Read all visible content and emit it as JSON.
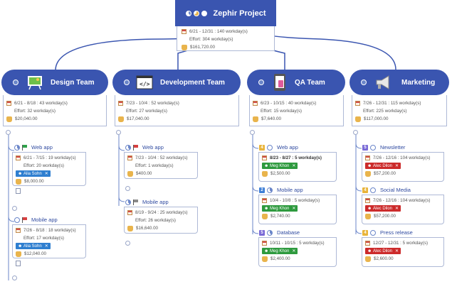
{
  "project": {
    "title": "Zephir Project",
    "dates": "6/21 - 12/31 : 140 workday(s)",
    "effort": "Effort: 304 workday(s)",
    "cost": "$161,720.00"
  },
  "teams": [
    {
      "name": "Design Team",
      "dates": "6/21 - 8/18 : 43 workday(s)",
      "effort": "Effort: 32 workday(s)",
      "cost": "$20,040.00",
      "tasks": [
        {
          "name": "Web app",
          "dates": "6/21 - 7/15 : 19 workday(s)",
          "effort": "Effort: 20 workday(s)",
          "person": "Alia Sohn",
          "cost": "$8,000.00"
        },
        {
          "name": "Mobile app",
          "dates": "7/26 - 8/18 : 18 workday(s)",
          "effort": "Effort: 17 workday(s)",
          "person": "Alia Sohn",
          "cost": "$12,040.00"
        }
      ]
    },
    {
      "name": "Development Team",
      "dates": "7/23 - 10/4 : 52 workday(s)",
      "effort": "Effort: 27 workday(s)",
      "cost": "$17,040.00",
      "tasks": [
        {
          "name": "Web app",
          "dates": "7/23 - 10/4 : 52 workday(s)",
          "effort": "Effort: 1 workday(s)",
          "cost": "$400.00"
        },
        {
          "name": "Mobile app",
          "dates": "8/19 - 9/24 : 25 workday(s)",
          "effort": "Effort: 26 workday(s)",
          "cost": "$16,640.00"
        }
      ]
    },
    {
      "name": "QA Team",
      "dates": "6/23 - 10/15 : 40 workday(s)",
      "effort": "Effort: 15 workday(s)",
      "cost": "$7,640.00",
      "tasks": [
        {
          "badge": "4",
          "name": "Web app",
          "dates": "8/23 - 8/27 : 5 workday(s)",
          "person": "Meg Khon",
          "cost": "$2,500.00"
        },
        {
          "badge": "2",
          "name": "Mobile app",
          "dates": "10/4 - 10/8 : 5 workday(s)",
          "person": "Meg Khon",
          "cost": "$2,740.00"
        },
        {
          "badge": "5",
          "name": "Database",
          "dates": "10/11 - 10/15 : 5 workday(s)",
          "person": "Meg Khon",
          "cost": "$2,400.00"
        }
      ]
    },
    {
      "name": "Marketing",
      "dates": "7/26 - 12/31 : 115 workday(s)",
      "effort": "Effort: 225 workday(s)",
      "cost": "$117,000.00",
      "tasks": [
        {
          "badge": "5",
          "name": "Newsletter",
          "dates": "7/26 - 12/16 : 104 workday(s)",
          "person": "Alec Dilon",
          "cost": "$57,200.00"
        },
        {
          "badge": "4",
          "name": "Social Media",
          "dates": "7/26 - 12/16 : 104 workday(s)",
          "person": "Alec Dilon",
          "cost": "$57,200.00"
        },
        {
          "badge": "4",
          "name": "Press release",
          "dates": "12/27 - 12/31 : 5 workday(s)",
          "person": "Alec Dilon",
          "cost": "$2,600.00"
        }
      ]
    }
  ],
  "colors": {
    "header": "#3a55b0",
    "blue_person": "#2f7fd0",
    "green_person": "#2e9a3e",
    "red_person": "#cc2b2b",
    "badge_yellow": "#e9b43a",
    "badge_blue": "#3f7fd6",
    "badge_purple": "#7a6ad6"
  },
  "icons": [
    "pie-chart-icon",
    "easel-icon",
    "code-icon",
    "tablet-icon",
    "megaphone-icon",
    "calendar-icon",
    "money-bag-icon",
    "flag-icon",
    "note-icon"
  ]
}
